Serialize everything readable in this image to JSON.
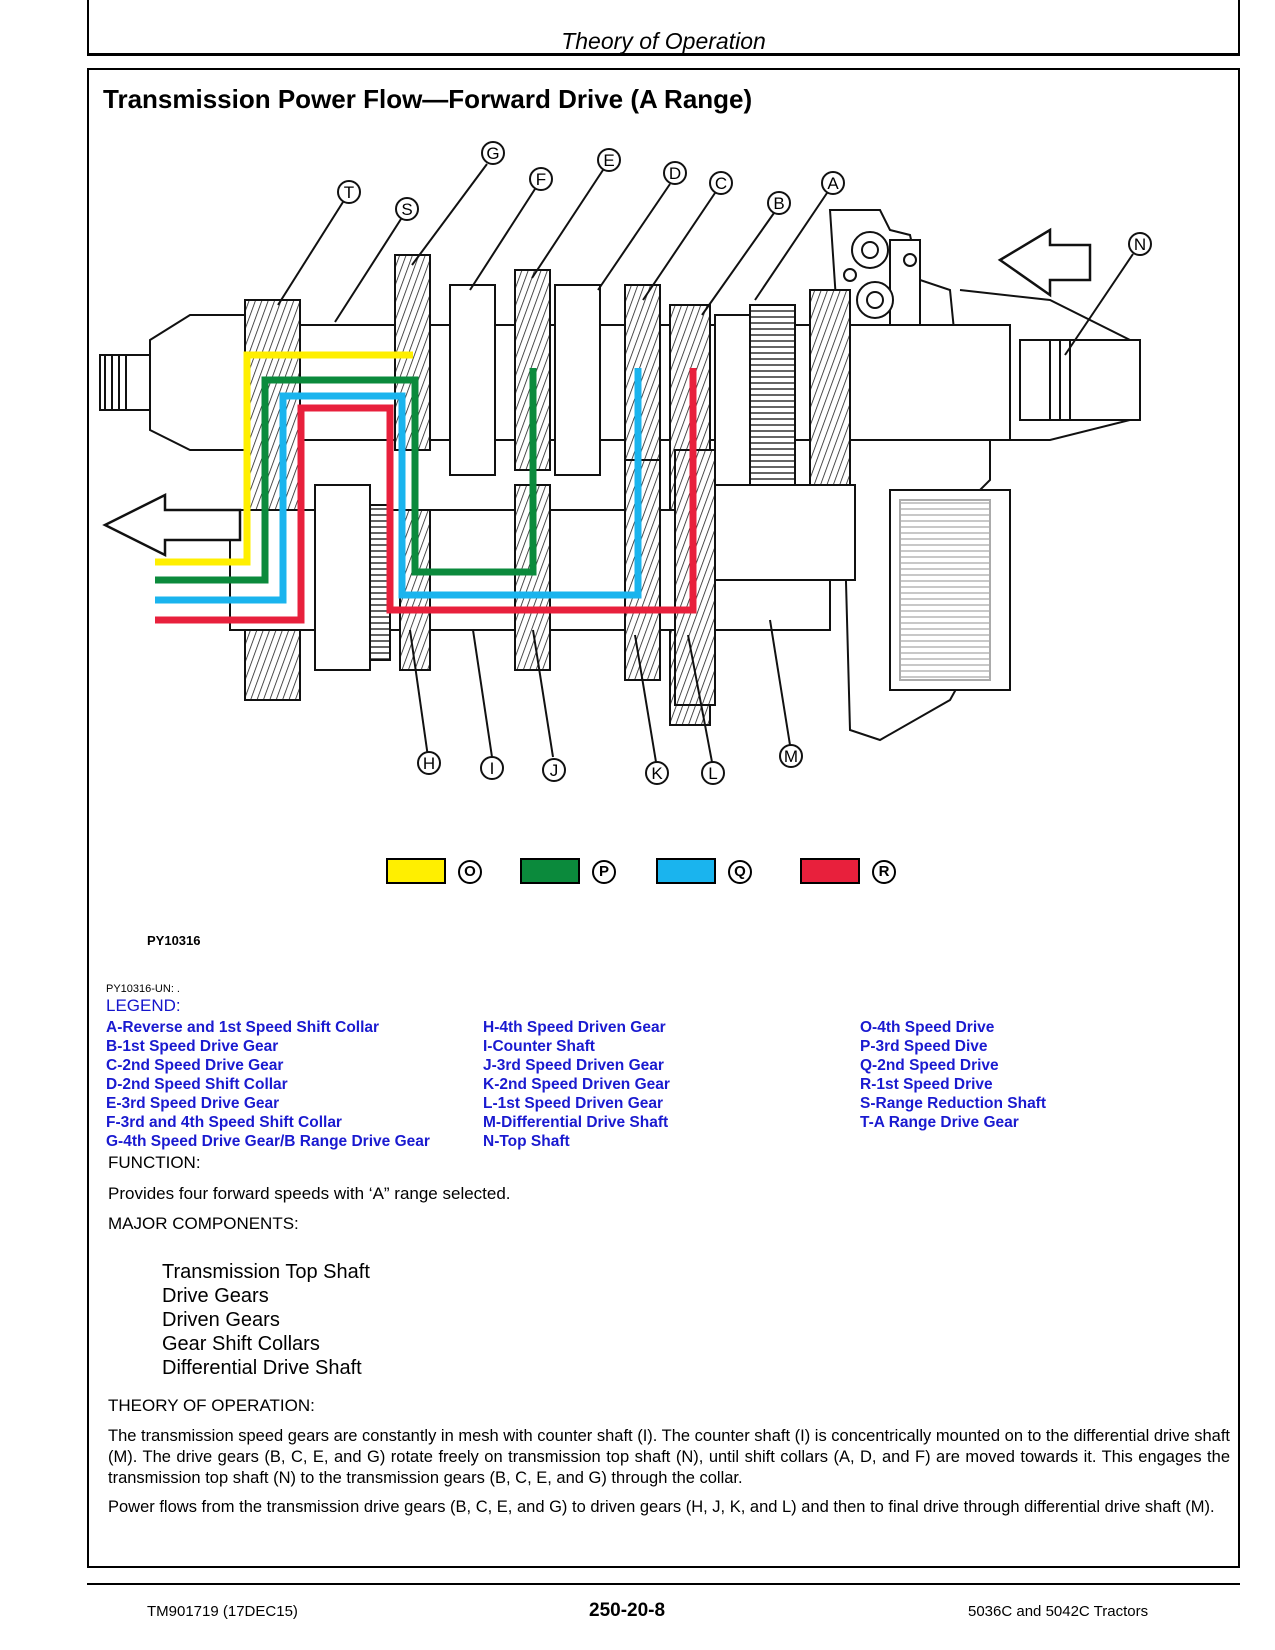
{
  "header": {
    "section": "Theory of Operation"
  },
  "title": "Transmission Power Flow—Forward Drive (A Range)",
  "diagram": {
    "callouts_top": [
      "T",
      "S",
      "G",
      "F",
      "E",
      "D",
      "C",
      "B",
      "A",
      "N"
    ],
    "callouts_bottom": [
      "H",
      "I",
      "J",
      "K",
      "L",
      "M"
    ],
    "flow_legend": [
      {
        "letter": "O",
        "color": "#ffef00"
      },
      {
        "letter": "P",
        "color": "#0b8a3c"
      },
      {
        "letter": "Q",
        "color": "#1ab4ee"
      },
      {
        "letter": "R",
        "color": "#e8203c"
      }
    ],
    "figure_id": "PY10316",
    "figure_un": "PY10316-UN: ."
  },
  "legend": {
    "heading": "LEGEND:",
    "col1": [
      "A-Reverse and 1st Speed Shift Collar",
      "B-1st Speed Drive Gear",
      "C-2nd Speed Drive Gear",
      "D-2nd Speed Shift Collar",
      "E-3rd Speed Drive Gear",
      "F-3rd and 4th Speed Shift Collar",
      "G-4th Speed Drive Gear/B Range Drive Gear"
    ],
    "col2": [
      "H-4th Speed Driven Gear",
      "I-Counter Shaft",
      "J-3rd Speed Driven Gear",
      "K-2nd Speed Driven Gear",
      "L-1st Speed Driven Gear",
      "M-Differential Drive Shaft",
      "N-Top Shaft"
    ],
    "col3": [
      "O-4th Speed Drive",
      "P-3rd Speed Dive",
      "Q-2nd Speed Drive",
      "R-1st Speed Drive",
      "S-Range Reduction Shaft",
      "T-A Range Drive Gear"
    ]
  },
  "function": {
    "heading": "FUNCTION:",
    "text": "Provides four forward speeds with ‘A” range selected."
  },
  "components": {
    "heading": "MAJOR COMPONENTS:",
    "items": [
      "Transmission Top Shaft",
      "Drive Gears",
      "Driven Gears",
      "Gear Shift Collars",
      "Differential Drive Shaft"
    ]
  },
  "theory": {
    "heading": "THEORY OF OPERATION:",
    "para1": "The transmission speed gears are constantly in mesh with counter shaft (I). The counter shaft (I) is concentrically mounted on to the differential drive shaft (M). The drive gears (B, C, E, and G) rotate freely on transmission top shaft (N), until shift collars (A, D, and F) are moved towards it. This engages the transmission top shaft (N) to the transmission gears (B, C, E, and G) through the collar.",
    "para2": "Power flows from the transmission drive gears (B, C, E, and G) to driven gears (H, J, K, and L) and then to final drive through differential drive shaft (M)."
  },
  "footer": {
    "left": "TM901719 (17DEC15)",
    "center": "250-20-8",
    "right": "5036C and 5042C Tractors"
  }
}
